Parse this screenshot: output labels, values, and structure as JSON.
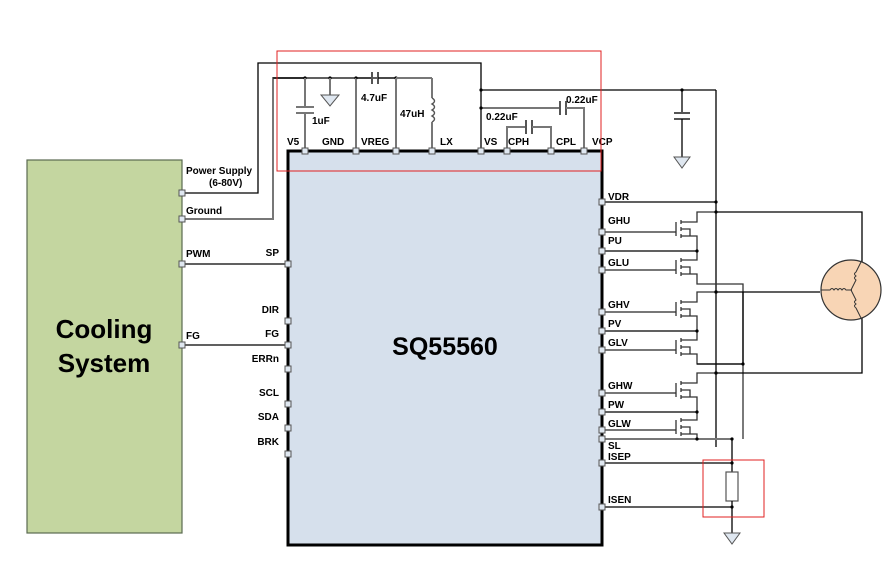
{
  "diagram": {
    "chip": {
      "name": "SQ55560",
      "top_pins": [
        "V5",
        "GND",
        "VREG",
        "LX",
        "VS",
        "CPH",
        "CPL",
        "VCP"
      ],
      "left_pins": [
        "SP",
        "DIR",
        "FG",
        "ERRn",
        "SCL",
        "SDA",
        "BRK"
      ],
      "right_pins": [
        "VDR",
        "GHU",
        "PU",
        "GLU",
        "GHV",
        "PV",
        "GLV",
        "GHW",
        "PW",
        "GLW",
        "SL",
        "ISEP",
        "ISEN"
      ]
    },
    "host": {
      "name_line1": "Cooling",
      "name_line2": "System",
      "pins": {
        "power_line1": "Power Supply",
        "power_line2": "(6-80V)",
        "ground": "Ground",
        "pwm": "PWM",
        "fg": "FG"
      }
    },
    "components": {
      "c_v5": "1uF",
      "c_vreg": "4.7uF",
      "l_lx": "47uH",
      "c_cp": "0.22uF",
      "c_vcp": "0.22uF"
    },
    "highlight_color": "#e02020",
    "host_fill": "#c4d6a0",
    "chip_fill": "#d6e0ec",
    "motor_fill": "#f8d5b5"
  }
}
